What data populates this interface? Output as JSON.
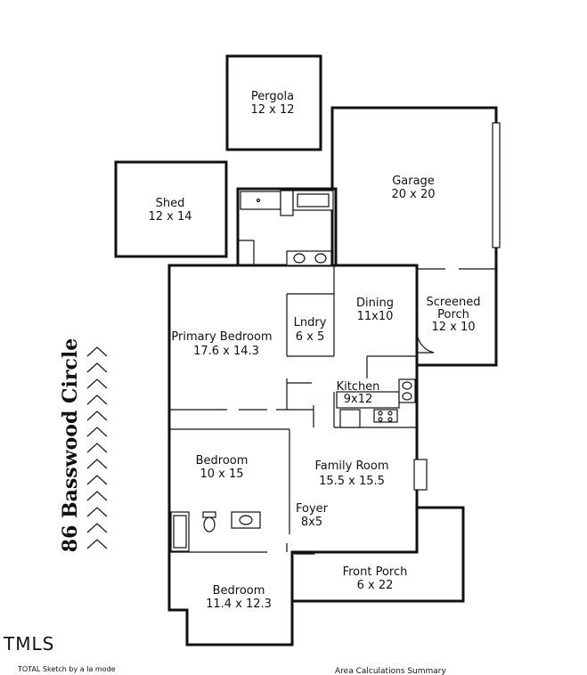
{
  "address": "86 Basswood Circle",
  "logo": "TMLS",
  "credit": "TOTAL Sketch by a la mode",
  "summary_heading": "Area Calculations Summary",
  "rooms": {
    "pergola": {
      "name": "Pergola",
      "dim": "12 x 12"
    },
    "garage": {
      "name": "Garage",
      "dim": "20 x 20"
    },
    "shed": {
      "name": "Shed",
      "dim": "12 x 14"
    },
    "dining": {
      "name": "Dining",
      "dim": "11x10"
    },
    "screened_porch": {
      "name": "Screened",
      "name2": "Porch",
      "dim": "12 x 10"
    },
    "laundry": {
      "name": "Lndry",
      "dim": "6 x 5"
    },
    "primary_bedroom": {
      "name": "Primary Bedroom",
      "dim": "17.6 x 14.3"
    },
    "kitchen": {
      "name": "Kitchen",
      "dim": "9x12"
    },
    "bedroom_1": {
      "name": "Bedroom",
      "dim": "10 x 15"
    },
    "family_room": {
      "name": "Family Room",
      "dim": "15.5 x 15.5"
    },
    "foyer": {
      "name": "Foyer",
      "dim": "8x5"
    },
    "front_porch": {
      "name": "Front Porch",
      "dim": "6 x 22"
    },
    "bedroom_2": {
      "name": "Bedroom",
      "dim": "11.4 x 12.3"
    }
  }
}
